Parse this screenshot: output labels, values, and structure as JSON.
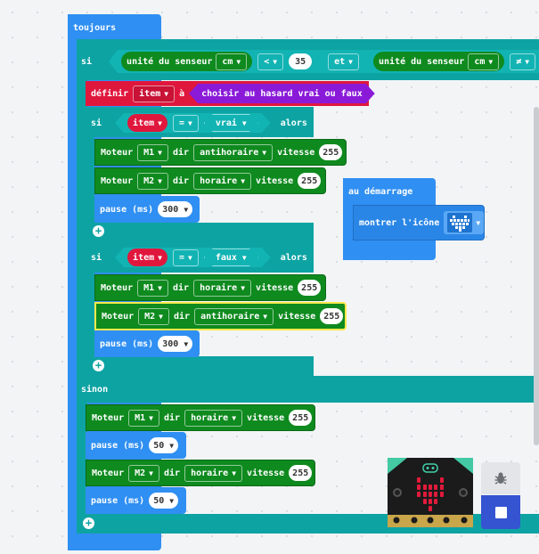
{
  "forever": {
    "label": "toujours"
  },
  "if1": {
    "si": "si",
    "sensor_label": "unité du senseur",
    "unit": "cm",
    "op": "<",
    "value": "35",
    "and": "et",
    "sensor_label2": "unité du senseur",
    "unit2": "cm",
    "op2": "≠"
  },
  "set_item": {
    "label": "définir",
    "var": "item",
    "to": "à",
    "random": "choisir au hasard vrai ou faux"
  },
  "if_vrai": {
    "si": "si",
    "var": "item",
    "op": "=",
    "val": "vrai",
    "then": "alors"
  },
  "motor_block1": {
    "moteur": "Moteur",
    "motor": "M1",
    "dir": "dir",
    "direction": "antihoraire",
    "speed_label": "vitesse",
    "speed": "255"
  },
  "motor_block2": {
    "moteur": "Moteur",
    "motor": "M2",
    "dir": "dir",
    "direction": "horaire",
    "speed_label": "vitesse",
    "speed": "255"
  },
  "pause1": {
    "label": "pause (ms)",
    "value": "300"
  },
  "if_faux": {
    "si": "si",
    "var": "item",
    "op": "=",
    "val": "faux",
    "then": "alors"
  },
  "motor_block3": {
    "moteur": "Moteur",
    "motor": "M1",
    "dir": "dir",
    "direction": "horaire",
    "speed_label": "vitesse",
    "speed": "255"
  },
  "motor_block4": {
    "moteur": "Moteur",
    "motor": "M2",
    "dir": "dir",
    "direction": "antihoraire",
    "speed_label": "vitesse",
    "speed": "255"
  },
  "pause2": {
    "label": "pause (ms)",
    "value": "300"
  },
  "sinon": {
    "label": "sinon"
  },
  "motor_block5": {
    "moteur": "Moteur",
    "motor": "M1",
    "dir": "dir",
    "direction": "horaire",
    "speed_label": "vitesse",
    "speed": "255"
  },
  "pause3": {
    "label": "pause (ms)",
    "value": "50"
  },
  "motor_block6": {
    "moteur": "Moteur",
    "motor": "M2",
    "dir": "dir",
    "direction": "horaire",
    "speed_label": "vitesse",
    "speed": "255"
  },
  "pause4": {
    "label": "pause (ms)",
    "value": "50"
  },
  "on_start": {
    "label": "au démarrage",
    "show_icon": "montrer l'icône",
    "icon": "heart-icon"
  },
  "colors": {
    "loop_blue": "#2f8ff2",
    "logic_teal": "#0ea3a3",
    "motor_green": "#0f8a1f",
    "variable_red": "#e0173d",
    "random_purple": "#8a1ad8"
  }
}
